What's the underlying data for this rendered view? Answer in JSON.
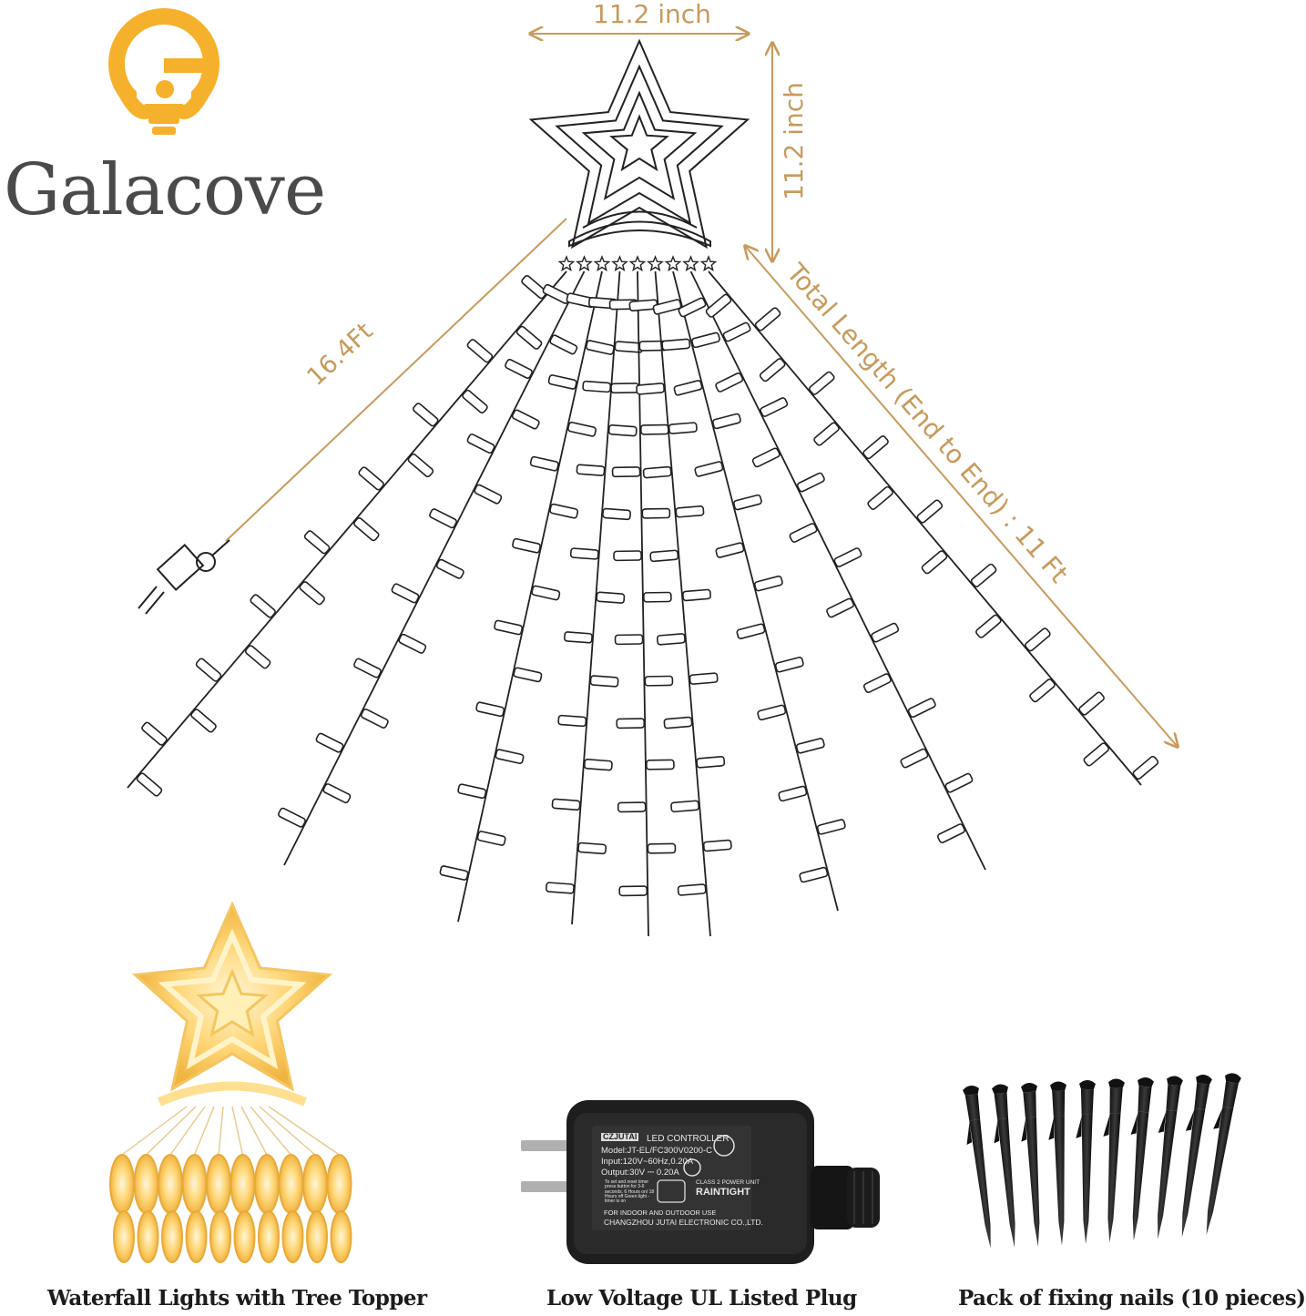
{
  "brand": {
    "name": "Galacove",
    "logo_icon": "lightbulb-g-icon",
    "logo_color": "#f6b12c",
    "text_color": "#4a4a4a"
  },
  "dimensions": {
    "width": "11.2 inch",
    "height": "11.2 inch",
    "cable": "16.4Ft",
    "total_length": "Total Length (End to End) : 11 Ft",
    "color": "#c89a5c"
  },
  "products": [
    {
      "caption": "Waterfall Lights with Tree Topper",
      "icon": "star-topper-lights-icon"
    },
    {
      "caption": "Low Voltage UL Listed Plug",
      "icon": "power-adapter-icon"
    },
    {
      "caption": "Pack of fixing nails (10 pieces)",
      "icon": "ground-stake-icon"
    }
  ],
  "plug_label": {
    "brand": "CZJUTAI",
    "title": "LED CONTROLLER",
    "model": "Model:JT-EL/FC300V0200-C",
    "input": "Input:120V~60Hz,0.20A",
    "output": "Output:30V ⎓ 0.20A",
    "timer_note": "To set and reset timer press button for 3-6 seconds. 6 Hours on/ 18 Hours off Green light - timer is on",
    "class": "CLASS 2 POWER UNIT",
    "raintight": "RAINTIGHT",
    "use": "FOR INDOOR AND OUTDOOR USE",
    "maker": "CHANGZHOU JUTAI ELECTRONIC CO.,LTD."
  }
}
